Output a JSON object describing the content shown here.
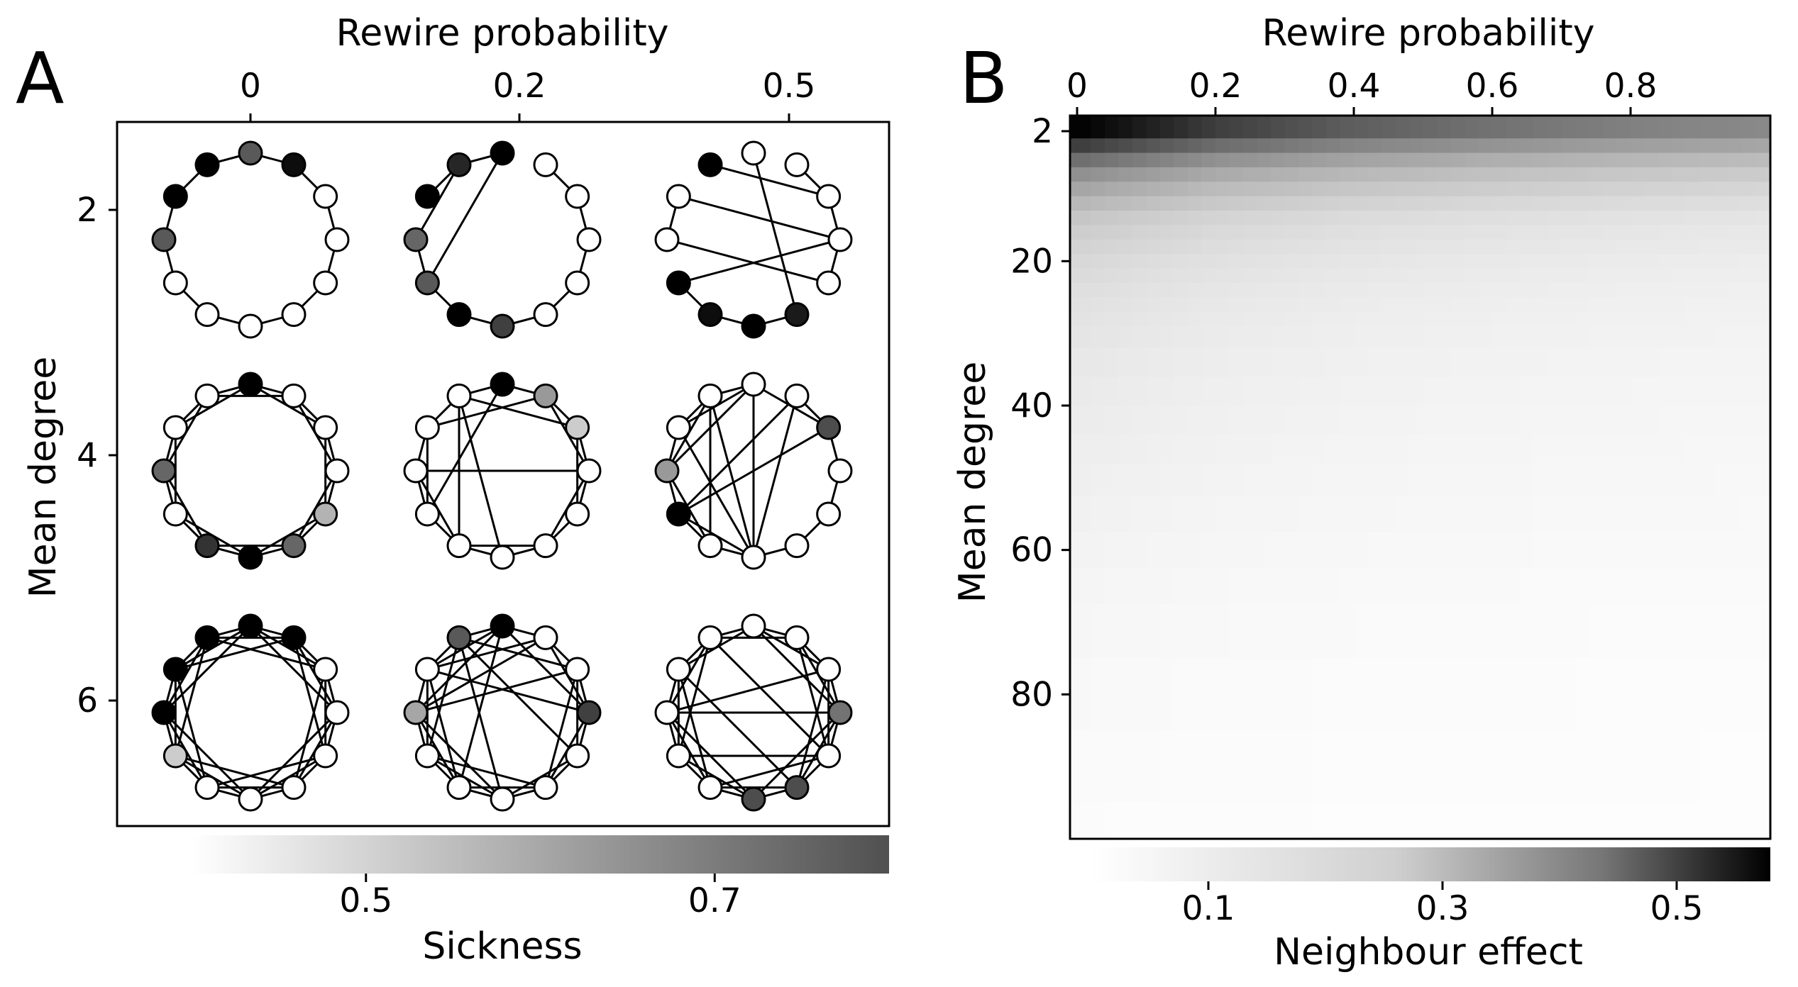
{
  "chart_data": [
    {
      "panel": "A",
      "type": "network-grid",
      "xlabel": "Rewire probability",
      "ylabel": "Mean degree",
      "x_ticks": [
        "0",
        "0.2",
        "0.5"
      ],
      "y_ticks": [
        "2",
        "4",
        "6"
      ],
      "colorbar": {
        "label": "Sickness",
        "ticks": [
          "0.5",
          "0.7"
        ],
        "tick_values": [
          0.5,
          0.7
        ],
        "range": [
          0.4,
          0.8
        ],
        "color_low": "#ffffff",
        "color_high": "#505050"
      },
      "networks": [
        {
          "row": 0,
          "col": 0,
          "shades": [
            0.35,
            0.05,
            0.9,
            0.9,
            0.9,
            0.9,
            0.9,
            0.9,
            0.9,
            0.35,
            0.0,
            0.0
          ],
          "edges": [
            [
              0,
              1
            ],
            [
              1,
              2
            ],
            [
              2,
              3
            ],
            [
              3,
              4
            ],
            [
              4,
              5
            ],
            [
              5,
              6
            ],
            [
              6,
              7
            ],
            [
              7,
              8
            ],
            [
              8,
              9
            ],
            [
              9,
              10
            ],
            [
              10,
              11
            ],
            [
              11,
              0
            ]
          ]
        },
        {
          "row": 0,
          "col": 1,
          "shades": [
            0.0,
            0.9,
            0.9,
            0.9,
            0.9,
            0.9,
            0.25,
            0.0,
            0.35,
            0.4,
            0.0,
            0.15
          ],
          "edges": [
            [
              11,
              0
            ],
            [
              10,
              11
            ],
            [
              8,
              9
            ],
            [
              6,
              7
            ],
            [
              5,
              6
            ],
            [
              4,
              5
            ],
            [
              3,
              4
            ],
            [
              2,
              3
            ],
            [
              7,
              8
            ],
            [
              8,
              0
            ],
            [
              9,
              11
            ],
            [
              1,
              2
            ]
          ]
        },
        {
          "row": 0,
          "col": 2,
          "shades": [
            0.9,
            0.9,
            0.9,
            0.9,
            0.9,
            0.1,
            0.0,
            0.05,
            0.0,
            0.9,
            0.9,
            0.0
          ],
          "edges": [
            [
              11,
              2
            ],
            [
              1,
              2
            ],
            [
              2,
              3
            ],
            [
              3,
              4
            ],
            [
              4,
              9
            ],
            [
              5,
              6
            ],
            [
              6,
              7
            ],
            [
              7,
              8
            ],
            [
              8,
              3
            ],
            [
              9,
              10
            ],
            [
              10,
              3
            ],
            [
              0,
              5
            ]
          ]
        },
        {
          "row": 1,
          "col": 0,
          "shades": [
            0.0,
            0.9,
            0.9,
            0.9,
            0.7,
            0.4,
            0.0,
            0.2,
            0.9,
            0.4,
            0.9,
            0.9
          ],
          "edges": [
            [
              0,
              1
            ],
            [
              0,
              2
            ],
            [
              1,
              2
            ],
            [
              1,
              3
            ],
            [
              2,
              3
            ],
            [
              2,
              4
            ],
            [
              3,
              4
            ],
            [
              3,
              5
            ],
            [
              4,
              5
            ],
            [
              4,
              6
            ],
            [
              5,
              6
            ],
            [
              5,
              7
            ],
            [
              6,
              7
            ],
            [
              6,
              8
            ],
            [
              7,
              8
            ],
            [
              7,
              9
            ],
            [
              8,
              9
            ],
            [
              8,
              10
            ],
            [
              9,
              10
            ],
            [
              9,
              11
            ],
            [
              10,
              11
            ],
            [
              10,
              0
            ],
            [
              11,
              0
            ],
            [
              11,
              1
            ]
          ]
        },
        {
          "row": 1,
          "col": 1,
          "shades": [
            0.0,
            0.6,
            0.8,
            0.9,
            0.9,
            0.9,
            0.9,
            0.9,
            0.9,
            0.9,
            0.9,
            0.9
          ],
          "edges": [
            [
              0,
              1
            ],
            [
              10,
              1
            ],
            [
              1,
              2
            ],
            [
              1,
              3
            ],
            [
              2,
              3
            ],
            [
              2,
              4
            ],
            [
              3,
              4
            ],
            [
              3,
              5
            ],
            [
              4,
              5
            ],
            [
              3,
              9
            ],
            [
              5,
              6
            ],
            [
              5,
              7
            ],
            [
              6,
              7
            ],
            [
              11,
              2
            ],
            [
              7,
              8
            ],
            [
              7,
              9
            ],
            [
              8,
              9
            ],
            [
              8,
              10
            ],
            [
              9,
              10
            ],
            [
              0,
              8
            ],
            [
              10,
              11
            ],
            [
              11,
              6
            ],
            [
              11,
              0
            ],
            [
              11,
              7
            ]
          ]
        },
        {
          "row": 1,
          "col": 2,
          "shades": [
            0.9,
            0.9,
            0.3,
            0.9,
            0.9,
            0.9,
            0.9,
            0.9,
            0.0,
            0.6,
            0.9,
            0.9
          ],
          "edges": [
            [
              0,
              6
            ],
            [
              0,
              2
            ],
            [
              1,
              2
            ],
            [
              1,
              6
            ],
            [
              2,
              3
            ],
            [
              2,
              8
            ],
            [
              3,
              4
            ],
            [
              10,
              6
            ],
            [
              4,
              5
            ],
            [
              11,
              6
            ],
            [
              5,
              6
            ],
            [
              0,
              9
            ],
            [
              6,
              7
            ],
            [
              6,
              8
            ],
            [
              7,
              8
            ],
            [
              7,
              9
            ],
            [
              8,
              9
            ],
            [
              1,
              8
            ],
            [
              9,
              10
            ],
            [
              9,
              11
            ],
            [
              10,
              11
            ],
            [
              10,
              0
            ],
            [
              11,
              0
            ],
            [
              11,
              7
            ]
          ]
        },
        {
          "row": 2,
          "col": 0,
          "shades": [
            0.0,
            0.0,
            0.9,
            0.9,
            0.9,
            0.9,
            0.9,
            0.9,
            0.8,
            0.0,
            0.0,
            0.0
          ],
          "edges": [
            [
              0,
              1
            ],
            [
              0,
              2
            ],
            [
              0,
              3
            ],
            [
              1,
              2
            ],
            [
              1,
              3
            ],
            [
              1,
              4
            ],
            [
              2,
              3
            ],
            [
              2,
              4
            ],
            [
              2,
              5
            ],
            [
              3,
              4
            ],
            [
              3,
              5
            ],
            [
              3,
              6
            ],
            [
              4,
              5
            ],
            [
              4,
              6
            ],
            [
              4,
              7
            ],
            [
              5,
              6
            ],
            [
              5,
              7
            ],
            [
              5,
              8
            ],
            [
              6,
              7
            ],
            [
              6,
              8
            ],
            [
              6,
              9
            ],
            [
              7,
              8
            ],
            [
              7,
              9
            ],
            [
              7,
              10
            ],
            [
              8,
              9
            ],
            [
              8,
              10
            ],
            [
              8,
              11
            ],
            [
              9,
              10
            ],
            [
              9,
              11
            ],
            [
              9,
              0
            ],
            [
              10,
              11
            ],
            [
              10,
              0
            ],
            [
              10,
              1
            ],
            [
              11,
              0
            ],
            [
              11,
              1
            ],
            [
              11,
              2
            ]
          ]
        },
        {
          "row": 2,
          "col": 1,
          "shades": [
            0.0,
            0.9,
            0.9,
            0.25,
            0.9,
            0.9,
            0.9,
            0.9,
            0.9,
            0.65,
            0.9,
            0.35
          ],
          "edges": [
            [
              0,
              1
            ],
            [
              0,
              7
            ],
            [
              0,
              3
            ],
            [
              1,
              2
            ],
            [
              1,
              3
            ],
            [
              1,
              9
            ],
            [
              2,
              3
            ],
            [
              2,
              4
            ],
            [
              2,
              5
            ],
            [
              3,
              4
            ],
            [
              3,
              5
            ],
            [
              3,
              10
            ],
            [
              4,
              5
            ],
            [
              4,
              6
            ],
            [
              4,
              11
            ],
            [
              5,
              6
            ],
            [
              5,
              7
            ],
            [
              5,
              8
            ],
            [
              6,
              7
            ],
            [
              6,
              8
            ],
            [
              6,
              9
            ],
            [
              7,
              8
            ],
            [
              7,
              9
            ],
            [
              7,
              10
            ],
            [
              8,
              9
            ],
            [
              8,
              10
            ],
            [
              8,
              11
            ],
            [
              9,
              10
            ],
            [
              9,
              2
            ],
            [
              9,
              0
            ],
            [
              10,
              11
            ],
            [
              10,
              0
            ],
            [
              10,
              1
            ],
            [
              11,
              0
            ],
            [
              11,
              6
            ],
            [
              11,
              2
            ]
          ]
        },
        {
          "row": 2,
          "col": 2,
          "shades": [
            0.9,
            0.9,
            0.9,
            0.45,
            0.9,
            0.3,
            0.3,
            0.9,
            0.9,
            0.9,
            0.9,
            0.9
          ],
          "edges": [
            [
              0,
              1
            ],
            [
              0,
              2
            ],
            [
              0,
              3
            ],
            [
              1,
              2
            ],
            [
              1,
              3
            ],
            [
              1,
              4
            ],
            [
              2,
              3
            ],
            [
              2,
              4
            ],
            [
              2,
              9
            ],
            [
              3,
              4
            ],
            [
              3,
              5
            ],
            [
              3,
              6
            ],
            [
              4,
              5
            ],
            [
              4,
              8
            ],
            [
              4,
              7
            ],
            [
              5,
              6
            ],
            [
              5,
              7
            ],
            [
              5,
              2
            ],
            [
              6,
              7
            ],
            [
              6,
              8
            ],
            [
              6,
              9
            ],
            [
              7,
              8
            ],
            [
              7,
              9
            ],
            [
              7,
              10
            ],
            [
              8,
              9
            ],
            [
              8,
              10
            ],
            [
              8,
              11
            ],
            [
              9,
              10
            ],
            [
              9,
              11
            ],
            [
              9,
              3
            ],
            [
              10,
              11
            ],
            [
              10,
              0
            ],
            [
              10,
              5
            ],
            [
              11,
              0
            ],
            [
              11,
              1
            ],
            [
              11,
              4
            ]
          ]
        }
      ]
    },
    {
      "panel": "B",
      "type": "heatmap",
      "xlabel": "Rewire probability",
      "ylabel": "Mean degree",
      "x_ticks": [
        0,
        0.2,
        0.4,
        0.6,
        0.8
      ],
      "y_ticks": [
        2,
        20,
        40,
        60,
        80
      ],
      "xlim": [
        0,
        1
      ],
      "ylim": [
        2,
        100
      ],
      "colorbar": {
        "label": "Neighbour effect",
        "ticks": [
          "0.1",
          "0.3",
          "0.5"
        ],
        "tick_values": [
          0.1,
          0.3,
          0.5
        ],
        "range": [
          0.0,
          0.58
        ],
        "color_low": "#ffffff",
        "color_high": "#000000"
      },
      "grid_x_count": 50,
      "grid_y_values": [
        2,
        4,
        6,
        8,
        10,
        12,
        14,
        16,
        18,
        20,
        22,
        24,
        26,
        28,
        30,
        34,
        38,
        42,
        46,
        50,
        55,
        60,
        65,
        70,
        80,
        90,
        100
      ],
      "values_by_degree": [
        0.58,
        0.42,
        0.3,
        0.22,
        0.17,
        0.13,
        0.1,
        0.085,
        0.075,
        0.065,
        0.058,
        0.052,
        0.047,
        0.043,
        0.04,
        0.035,
        0.031,
        0.028,
        0.025,
        0.022,
        0.019,
        0.016,
        0.013,
        0.011,
        0.008,
        0.006,
        0.004
      ],
      "rewire_decay_x": [
        0,
        0.2,
        0.4,
        0.6,
        0.8,
        1.0
      ],
      "rewire_decay_factor": [
        1.0,
        0.72,
        0.58,
        0.5,
        0.44,
        0.4
      ]
    }
  ]
}
